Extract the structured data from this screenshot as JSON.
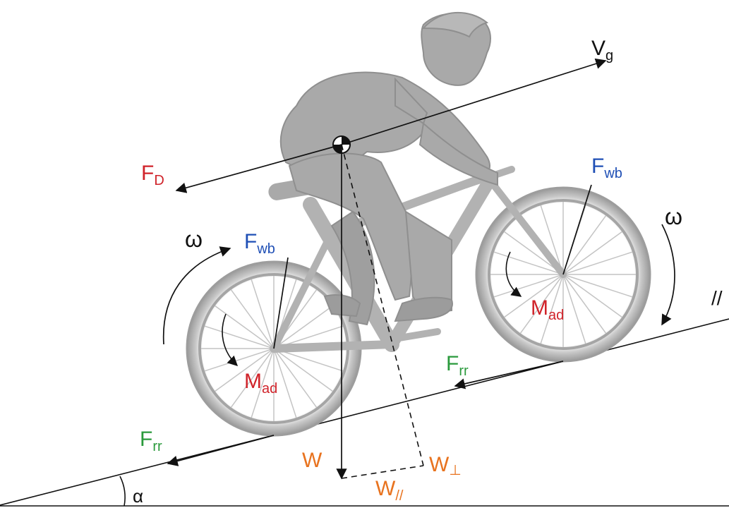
{
  "colors": {
    "red": "#d0232a",
    "blue": "#1f4fb5",
    "green": "#2a9a3c",
    "orange": "#e8731f",
    "black": "#111111",
    "bike": "#b9b9b9",
    "rider": "#a8a8a8"
  },
  "labels": {
    "vg": {
      "main": "V",
      "sub": "g"
    },
    "fd": {
      "main": "F",
      "sub": "D"
    },
    "fwb_front": {
      "main": "F",
      "sub": "wb"
    },
    "fwb_rear": {
      "main": "F",
      "sub": "wb"
    },
    "omega_rear": "ω",
    "omega_front": "ω",
    "mad_rear": {
      "main": "M",
      "sub": "ad"
    },
    "mad_front": {
      "main": "M",
      "sub": "ad"
    },
    "frr_front": {
      "main": "F",
      "sub": "rr"
    },
    "frr_rear": {
      "main": "F",
      "sub": "rr"
    },
    "w": "W",
    "w_perp": {
      "main": "W",
      "sub": "⊥"
    },
    "w_par": {
      "main": "W",
      "sub": "//"
    },
    "parallel_mark": "//",
    "alpha": "α"
  }
}
